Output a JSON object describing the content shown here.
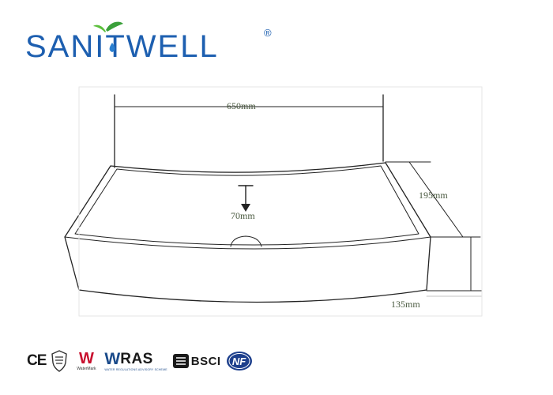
{
  "brand": {
    "name": "SANITWELL",
    "registered_mark": "®"
  },
  "dimensions": {
    "width": "650mm",
    "depth": "195mm",
    "basin_depth": "70mm",
    "height": "135mm"
  },
  "certifications": {
    "ce": "CE",
    "watermark": "W",
    "watermark_sub": "WaterMark",
    "wras_w": "W",
    "wras_rest": "RAS",
    "wras_sub": "WATER REGULATIONS ADVISORY SCHEME",
    "bsci": "BSCI",
    "nf": "NF"
  },
  "icons": [
    "leaf-icon",
    "water-drop-icon",
    "down-arrow-icon",
    "upc-shield-icon",
    "bsci-icon",
    "nf-badge-icon"
  ],
  "colors": {
    "brand_blue": "#1d5fb0",
    "leaf_green": "#3aa03a",
    "line": "#222222",
    "dim_text": "#4a5a40"
  }
}
